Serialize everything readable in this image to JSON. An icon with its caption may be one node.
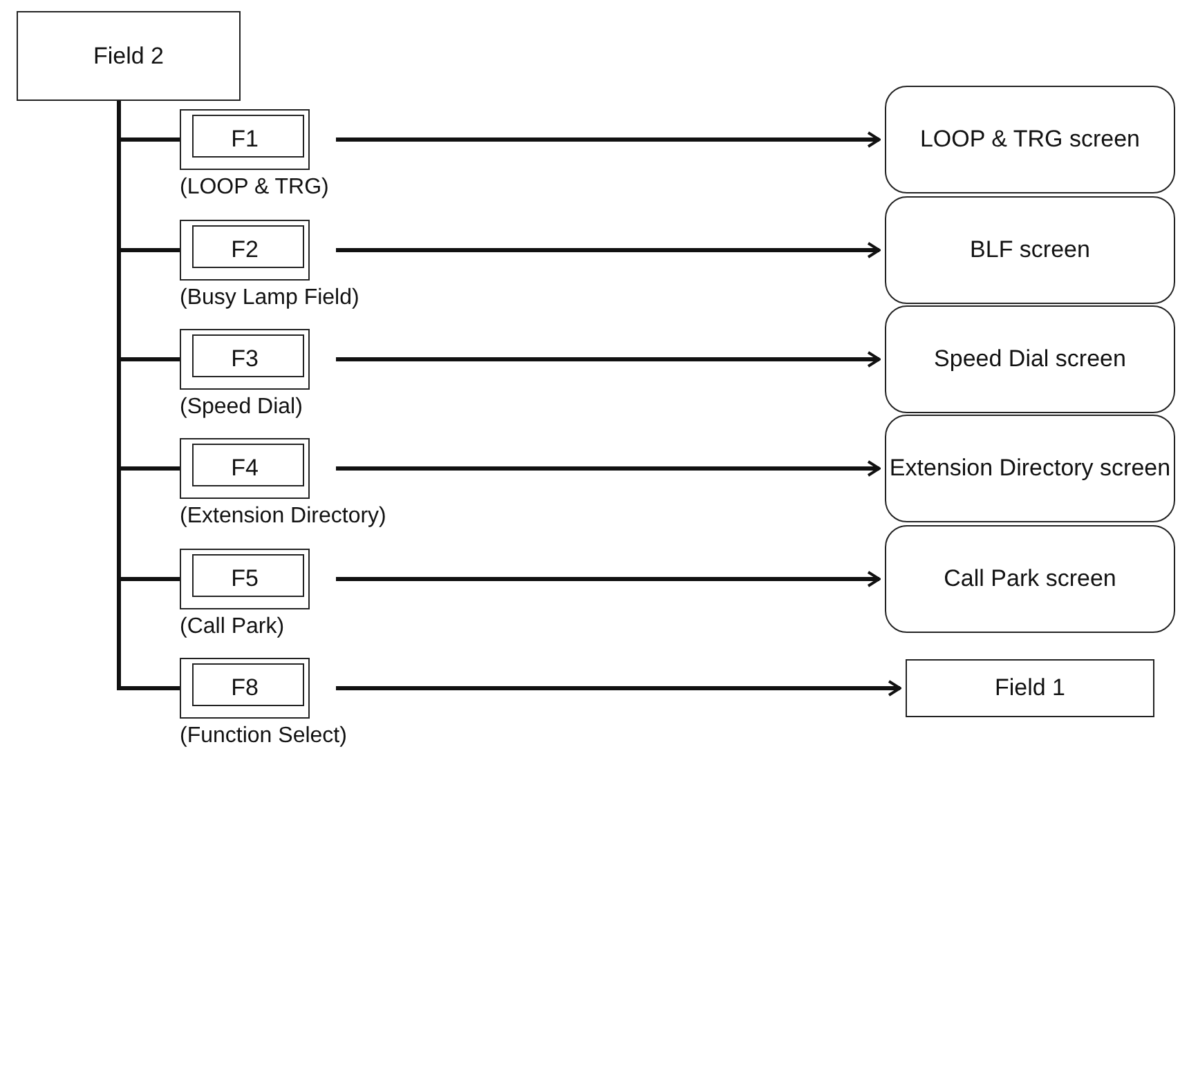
{
  "diagram": {
    "nodes": [
      {
        "text": [
          "Field 2"
        ]
      },
      {
        "text": [
          "F1"
        ],
        "beside": [
          "(LOOP & TRG)"
        ]
      },
      {
        "text": [
          "F2"
        ],
        "beside": [
          "(Busy Lamp Field)"
        ]
      },
      {
        "text": [
          "F3"
        ],
        "beside": [
          "(Speed Dial)"
        ]
      },
      {
        "text": [
          "F4"
        ],
        "beside": [
          "(Extension Directory)"
        ]
      },
      {
        "text": [
          "F5"
        ],
        "beside": [
          "(Call Park)"
        ]
      },
      {
        "text": [
          "F8"
        ],
        "beside": [
          "(Function Select)"
        ]
      },
      {
        "text": [
          "LOOP & TRG screen"
        ]
      },
      {
        "text": [
          "BLF screen"
        ]
      },
      {
        "text": [
          "Speed Dial screen"
        ]
      },
      {
        "text": [
          "Extension Directory screen"
        ]
      },
      {
        "text": [
          "Call Park screen"
        ]
      },
      {
        "text": [
          "Field 1"
        ]
      }
    ],
    "edges": [
      {
        "from": 0,
        "to": 1,
        "arrow": "none"
      },
      {
        "from": 0,
        "to": 2,
        "arrow": "none"
      },
      {
        "from": 0,
        "to": 3,
        "arrow": "none"
      },
      {
        "from": 0,
        "to": 4,
        "arrow": "none"
      },
      {
        "from": 0,
        "to": 5,
        "arrow": "none"
      },
      {
        "from": 0,
        "to": 6,
        "arrow": "none"
      },
      {
        "from": 1,
        "to": 7,
        "arrow": "to"
      },
      {
        "from": 2,
        "to": 8,
        "arrow": "to"
      },
      {
        "from": 3,
        "to": 9,
        "arrow": "to"
      },
      {
        "from": 4,
        "to": 10,
        "arrow": "to"
      },
      {
        "from": 5,
        "to": 11,
        "arrow": "to"
      },
      {
        "from": 6,
        "to": 12,
        "arrow": "to"
      }
    ]
  }
}
